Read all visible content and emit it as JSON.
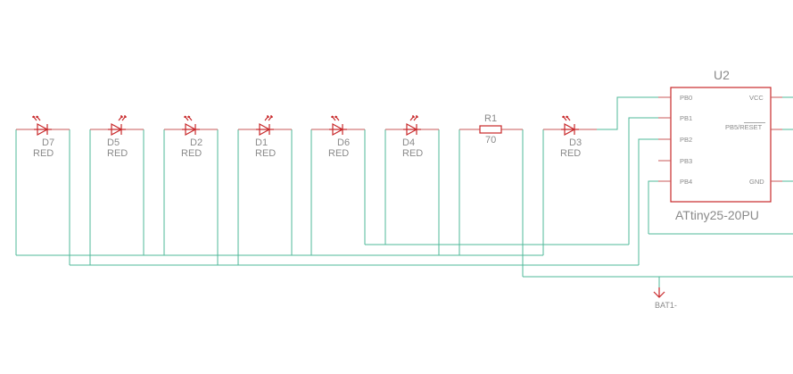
{
  "leds": [
    {
      "ref": "D7",
      "value": "RED"
    },
    {
      "ref": "D5",
      "value": "RED"
    },
    {
      "ref": "D2",
      "value": "RED"
    },
    {
      "ref": "D1",
      "value": "RED"
    },
    {
      "ref": "D6",
      "value": "RED"
    },
    {
      "ref": "D4",
      "value": "RED"
    },
    {
      "ref": "D3",
      "value": "RED"
    }
  ],
  "resistor": {
    "ref": "R1",
    "value": "70"
  },
  "chip": {
    "ref": "U2",
    "part": "ATtiny25-20PU",
    "pins_left": [
      "PB0",
      "PB1",
      "PB2",
      "PB3",
      "PB4"
    ],
    "pins_right": [
      "VCC",
      "PB5/RESET",
      "GND"
    ]
  },
  "ground": {
    "label": "BAT1-"
  },
  "colors": {
    "wire": "#4fb89a",
    "symbol": "#c8282a",
    "text": "#8a8a8a"
  }
}
